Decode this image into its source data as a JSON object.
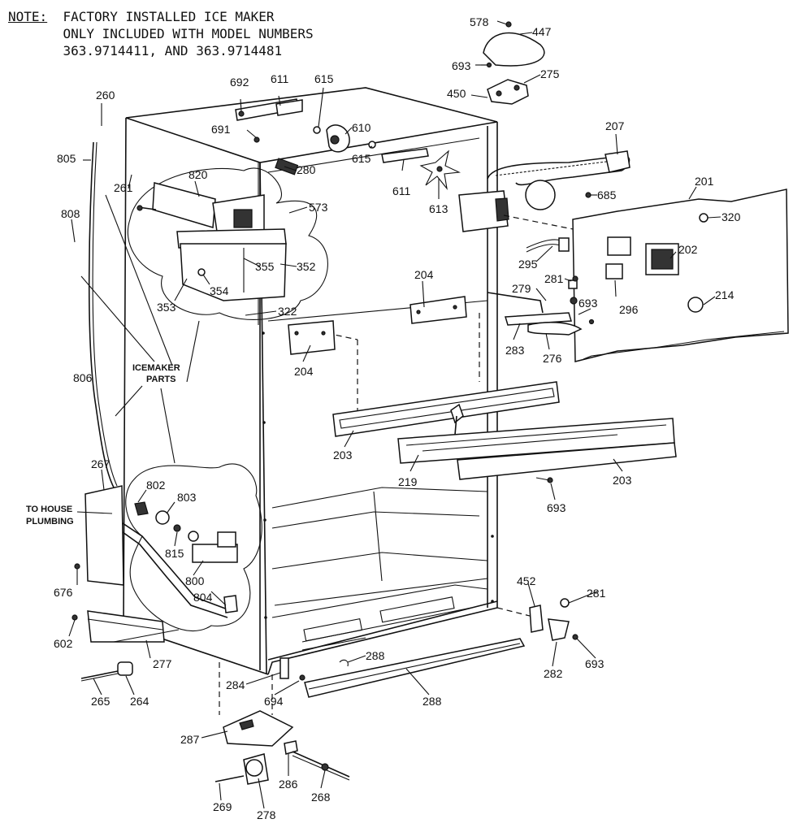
{
  "note": {
    "label": "NOTE:",
    "line1": "FACTORY INSTALLED ICE MAKER",
    "line2": "ONLY INCLUDED WITH MODEL NUMBERS",
    "line3": "363.9714411, AND 363.9714481"
  },
  "captions": {
    "icemaker_1": "ICEMAKER",
    "icemaker_2": "PARTS",
    "house_1": "TO HOUSE",
    "house_2": "PLUMBING"
  },
  "part_labels": {
    "p578": "578",
    "p447": "447",
    "p693a": "693",
    "p275": "275",
    "p450": "450",
    "p692": "692",
    "p611a": "611",
    "p615a": "615",
    "p691": "691",
    "p610": "610",
    "p615b": "615",
    "p611b": "611",
    "p613": "613",
    "p207": "207",
    "p685": "685",
    "p201": "201",
    "p320": "320",
    "p260": "260",
    "p805": "805",
    "p261": "261",
    "p820": "820",
    "p280": "280",
    "p573": "573",
    "p808": "808",
    "p355": "355",
    "p352": "352",
    "p354": "354",
    "p353": "353",
    "p322": "322",
    "p295": "295",
    "p202": "202",
    "p281a": "281",
    "p296": "296",
    "p204a": "204",
    "p279": "279",
    "p693b": "693",
    "p214": "214",
    "p283": "283",
    "p276": "276",
    "p204b": "204",
    "p806": "806",
    "p203a": "203",
    "p219": "219",
    "p203b": "203",
    "p693c": "693",
    "p267": "267",
    "p802": "802",
    "p803": "803",
    "p815": "815",
    "p800": "800",
    "p804": "804",
    "p676": "676",
    "p602": "602",
    "p277": "277",
    "p452": "452",
    "p281b": "281",
    "p282": "282",
    "p693d": "693",
    "p288a": "288",
    "p284": "284",
    "p694": "694",
    "p288b": "288",
    "p265": "265",
    "p264": "264",
    "p287": "287",
    "p286": "286",
    "p268": "268",
    "p269": "269",
    "p278": "278"
  }
}
